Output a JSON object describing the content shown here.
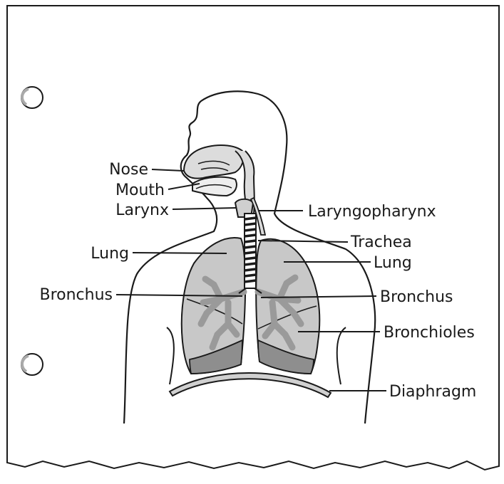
{
  "labels": {
    "nose": "Nose",
    "mouth": "Mouth",
    "larynx": "Larynx",
    "laryngopharynx": "Laryngopharynx",
    "trachea": "Trachea",
    "lung_left": "Lung",
    "lung_right": "Lung",
    "bronchus_left": "Bronchus",
    "bronchus_right": "Bronchus",
    "bronchioles": "Bronchioles",
    "diaphragm": "Diaphragm"
  },
  "colors": {
    "outline": "#1a1a1a",
    "lung_fill": "#c8c8c8",
    "lung_lower": "#8e8e8e",
    "airway_fill": "#dcdcdc",
    "bronchial_tree": "#9a9a9a",
    "page": "#ffffff"
  },
  "icons": [
    "binder-hole-icon",
    "binder-hole-icon"
  ]
}
